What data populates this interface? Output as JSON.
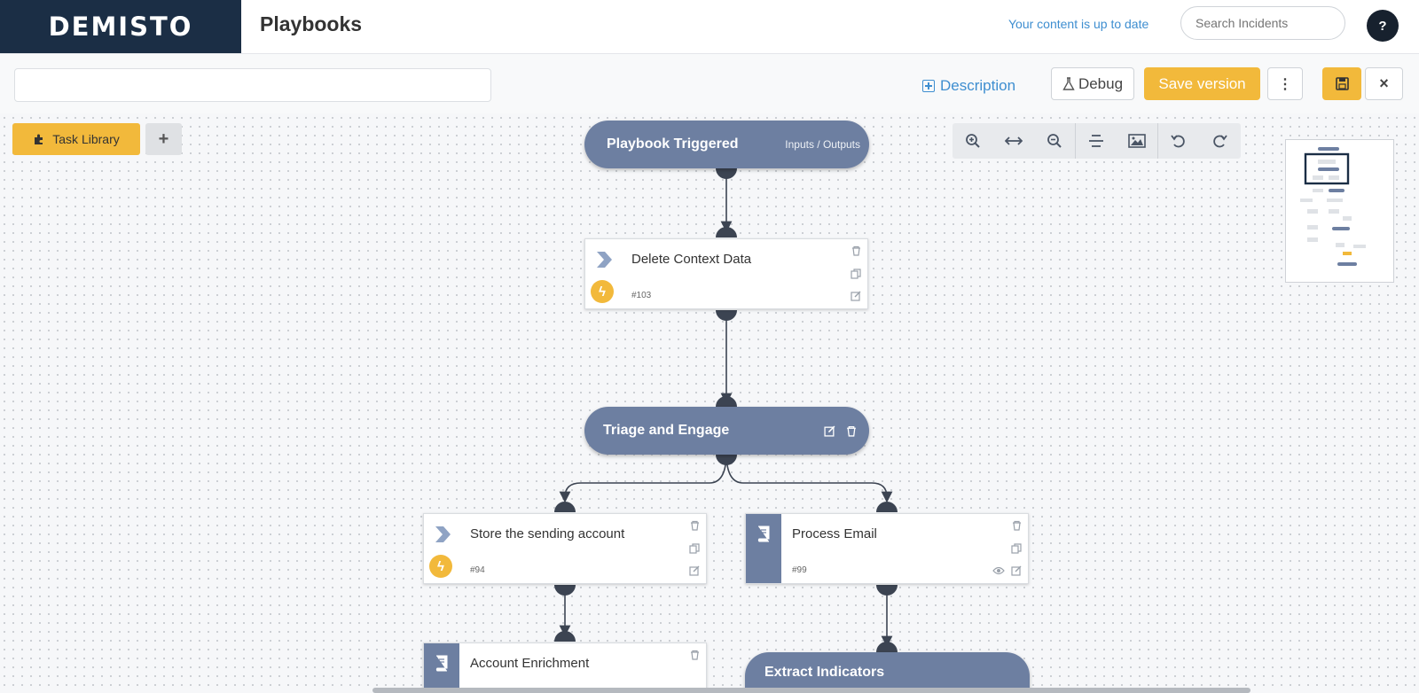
{
  "header": {
    "logo": "DEMISTO",
    "title": "Playbooks",
    "status": "Your content is up to date",
    "search_placeholder": "Search Incidents",
    "help": "?"
  },
  "toolbar": {
    "description_label": "Description",
    "debug_label": "Debug",
    "save_version_label": "Save version",
    "more_label": "⋮",
    "close_label": "×"
  },
  "canvas": {
    "task_library_label": "Task Library",
    "add_label": "+"
  },
  "nodes": {
    "playbook_triggered": {
      "title": "Playbook Triggered",
      "sub": "Inputs / Outputs"
    },
    "delete_context": {
      "title": "Delete Context Data",
      "id": "#103"
    },
    "triage": {
      "title": "Triage and Engage"
    },
    "store_account": {
      "title": "Store the sending account",
      "id": "#94"
    },
    "process_email": {
      "title": "Process Email",
      "id": "#99"
    },
    "account_enrichment": {
      "title": "Account Enrichment"
    },
    "extract_indicators": {
      "title": "Extract Indicators"
    }
  },
  "colors": {
    "brand_dark": "#1b2e45",
    "accent_yellow": "#f2b93b",
    "node_blue": "#6d7fa1",
    "link_blue": "#3e8ed0"
  }
}
